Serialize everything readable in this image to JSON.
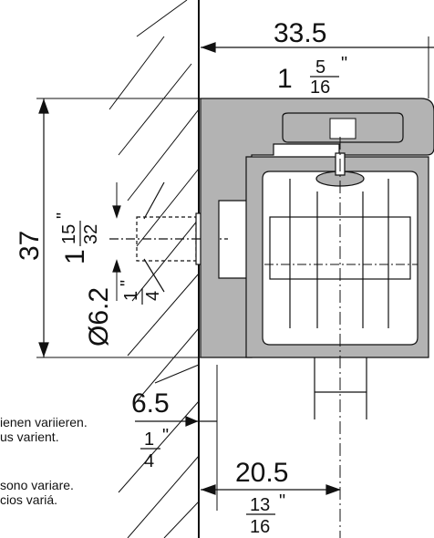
{
  "dimensions": {
    "top_width_mm": "33.5",
    "top_width_in_whole": "1",
    "top_width_in_num": "5",
    "top_width_in_den": "16",
    "top_width_in_unit": "\"",
    "height_mm": "37",
    "height_in_whole": "1",
    "height_in_num": "15",
    "height_in_den": "32",
    "height_in_unit": "\"",
    "bore_diameter_mm": "Ø6.2",
    "bore_in_num": "1",
    "bore_in_den": "4",
    "bore_in_unit": "\"",
    "offset_mm": "6.5",
    "offset_in_num": "1",
    "offset_in_den": "4",
    "offset_in_unit": "\"",
    "centre_mm": "20.5",
    "centre_in_num": "13",
    "centre_in_den": "16",
    "centre_in_unit": "\""
  },
  "notes": {
    "line1": "ienen variieren.",
    "line2": "us varient.",
    "line3": "sono variare.",
    "line4": "cios variá."
  },
  "colors": {
    "line": "#111111",
    "profile_fill": "#b3b3b3",
    "inner_fill": "#ffffff"
  }
}
